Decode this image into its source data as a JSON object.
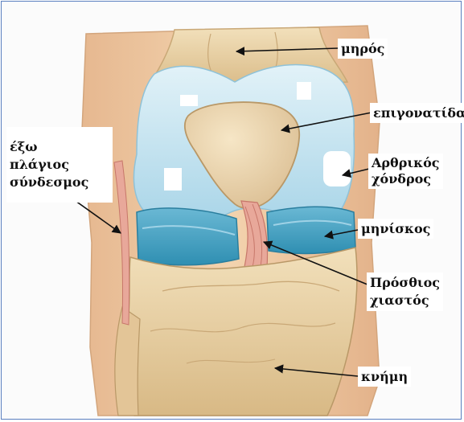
{
  "diagram": {
    "labels": {
      "femur": "μηρός",
      "patella": "επιγονατίδα",
      "articular_cartilage_line1": "Αρθρικός",
      "articular_cartilage_line2": "χόνδρος",
      "meniscus": "μηνίσκος",
      "acl_line1": "Πρόσθιος",
      "acl_line2": "χιαστός",
      "tibia": "κνήμη",
      "lateral_ligament_line1": "έξω",
      "lateral_ligament_line2": "πλάγιος",
      "lateral_ligament_line3": "σύνδεσμος"
    }
  },
  "colors": {
    "frame": "#5a7fbf",
    "bone": "#e9d3a6",
    "bone_shadow": "#c9a877",
    "cartilage": "#bfe0ee",
    "meniscus": "#3f9fc0",
    "ligament": "#e8a89a",
    "skin": "#f0c9a0"
  }
}
